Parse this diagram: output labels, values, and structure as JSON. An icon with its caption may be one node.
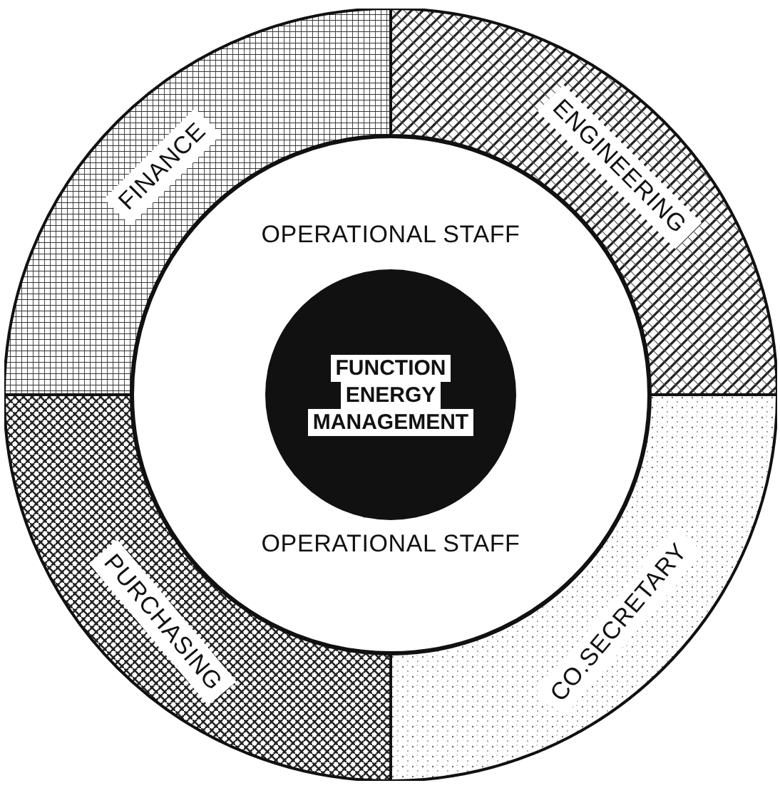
{
  "diagram": {
    "nodes": [
      {
        "text": [
          "FINANCE"
        ]
      },
      {
        "text": [
          "ENGINEERING"
        ]
      },
      {
        "text": [
          "PURCHASING"
        ]
      },
      {
        "text": [
          "CO.SECRETARY"
        ]
      },
      {
        "text": [
          "OPERATIONAL STAFF",
          "OPERATIONAL STAFF"
        ]
      },
      {
        "text": [
          "FUNCTION ENERGY MANAGEMENT"
        ],
        "in": 4
      }
    ]
  }
}
